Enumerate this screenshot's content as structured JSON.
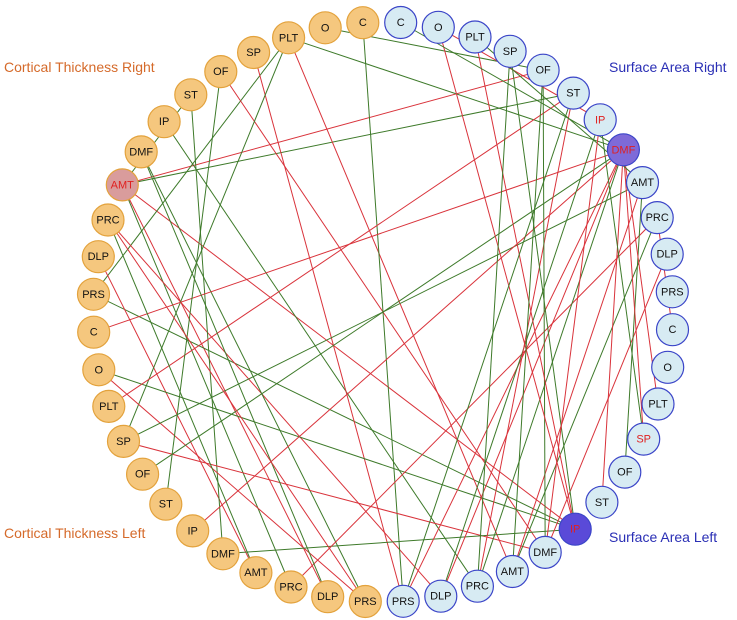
{
  "colors": {
    "ct_fill": "#f5c77e",
    "ct_stroke": "#e3a23c",
    "sa_fill": "#d7ebf3",
    "sa_stroke": "#3b45c8",
    "ct_label": "#d56a2a",
    "sa_label": "#2a2fb5",
    "edge_red": "#d9333b",
    "edge_green": "#3e7a2a",
    "node_text": "#111111",
    "highlight_text": "#e02020",
    "amt_highlight_fill": "#d99c9c",
    "ip_highlight_fill": "#5a4ad8",
    "dmf_highlight_fill": "#7e6ad8"
  },
  "quadrant_labels": {
    "ct_right": "Cortical Thickness Right",
    "sa_right": "Surface Area Right",
    "ct_left": "Cortical Thickness Left",
    "sa_left": "Surface Area Left"
  },
  "nodes": [
    {
      "id": "ctr_C",
      "label": "C",
      "group": "ct"
    },
    {
      "id": "ctr_O",
      "label": "O",
      "group": "ct"
    },
    {
      "id": "ctr_PLT",
      "label": "PLT",
      "group": "ct"
    },
    {
      "id": "ctr_SP",
      "label": "SP",
      "group": "ct"
    },
    {
      "id": "ctr_OF",
      "label": "OF",
      "group": "ct"
    },
    {
      "id": "ctr_ST",
      "label": "ST",
      "group": "ct"
    },
    {
      "id": "ctr_IP",
      "label": "IP",
      "group": "ct"
    },
    {
      "id": "ctr_DMF",
      "label": "DMF",
      "group": "ct"
    },
    {
      "id": "ctr_AMT",
      "label": "AMT",
      "group": "ct",
      "highlight": "amt"
    },
    {
      "id": "ctr_PRC",
      "label": "PRC",
      "group": "ct"
    },
    {
      "id": "ctr_DLP",
      "label": "DLP",
      "group": "ct"
    },
    {
      "id": "ctr_PRS",
      "label": "PRS",
      "group": "ct"
    },
    {
      "id": "ctl_C",
      "label": "C",
      "group": "ct"
    },
    {
      "id": "ctl_O",
      "label": "O",
      "group": "ct"
    },
    {
      "id": "ctl_PLT",
      "label": "PLT",
      "group": "ct"
    },
    {
      "id": "ctl_SP",
      "label": "SP",
      "group": "ct"
    },
    {
      "id": "ctl_OF",
      "label": "OF",
      "group": "ct"
    },
    {
      "id": "ctl_ST",
      "label": "ST",
      "group": "ct"
    },
    {
      "id": "ctl_IP",
      "label": "IP",
      "group": "ct"
    },
    {
      "id": "ctl_DMF",
      "label": "DMF",
      "group": "ct"
    },
    {
      "id": "ctl_AMT",
      "label": "AMT",
      "group": "ct"
    },
    {
      "id": "ctl_PRC",
      "label": "PRC",
      "group": "ct"
    },
    {
      "id": "ctl_DLP",
      "label": "DLP",
      "group": "ct"
    },
    {
      "id": "ctl_PRS",
      "label": "PRS",
      "group": "ct"
    },
    {
      "id": "sal_PRS",
      "label": "PRS",
      "group": "sa"
    },
    {
      "id": "sal_DLP",
      "label": "DLP",
      "group": "sa"
    },
    {
      "id": "sal_PRC",
      "label": "PRC",
      "group": "sa"
    },
    {
      "id": "sal_AMT",
      "label": "AMT",
      "group": "sa"
    },
    {
      "id": "sal_DMF",
      "label": "DMF",
      "group": "sa"
    },
    {
      "id": "sal_IP",
      "label": "IP",
      "group": "sa",
      "highlight": "ip"
    },
    {
      "id": "sal_ST",
      "label": "ST",
      "group": "sa"
    },
    {
      "id": "sal_OF",
      "label": "OF",
      "group": "sa"
    },
    {
      "id": "sal_SP",
      "label": "SP",
      "group": "sa",
      "highlight": "text"
    },
    {
      "id": "sal_PLT",
      "label": "PLT",
      "group": "sa"
    },
    {
      "id": "sal_O",
      "label": "O",
      "group": "sa"
    },
    {
      "id": "sal_C",
      "label": "C",
      "group": "sa"
    },
    {
      "id": "sar_PRS",
      "label": "PRS",
      "group": "sa"
    },
    {
      "id": "sar_DLP",
      "label": "DLP",
      "group": "sa"
    },
    {
      "id": "sar_PRC",
      "label": "PRC",
      "group": "sa"
    },
    {
      "id": "sar_AMT",
      "label": "AMT",
      "group": "sa"
    },
    {
      "id": "sar_DMF",
      "label": "DMF",
      "group": "sa",
      "highlight": "dmf"
    },
    {
      "id": "sar_IP",
      "label": "IP",
      "group": "sa",
      "highlight": "text"
    },
    {
      "id": "sar_ST",
      "label": "ST",
      "group": "sa"
    },
    {
      "id": "sar_OF",
      "label": "OF",
      "group": "sa"
    },
    {
      "id": "sar_SP",
      "label": "SP",
      "group": "sa"
    },
    {
      "id": "sar_PLT",
      "label": "PLT",
      "group": "sa"
    },
    {
      "id": "sar_O",
      "label": "O",
      "group": "sa"
    },
    {
      "id": "sar_C",
      "label": "C",
      "group": "sa"
    }
  ],
  "edges": [
    {
      "from": "ctr_AMT",
      "to": "sar_OF",
      "color": "red"
    },
    {
      "from": "ctr_AMT",
      "to": "sar_ST",
      "color": "green"
    },
    {
      "from": "ctr_AMT",
      "to": "sal_IP",
      "color": "red"
    },
    {
      "from": "ctr_AMT",
      "to": "ctl_DLP",
      "color": "red"
    },
    {
      "from": "ctr_AMT",
      "to": "ctl_PRC",
      "color": "green"
    },
    {
      "from": "ctr_AMT",
      "to": "ctr_ST",
      "color": "green"
    },
    {
      "from": "ctr_PRS",
      "to": "ctr_PLT",
      "color": "green"
    },
    {
      "from": "ctr_PRS",
      "to": "sal_IP",
      "color": "green"
    },
    {
      "from": "ctr_PRC",
      "to": "sal_DLP",
      "color": "red"
    },
    {
      "from": "ctr_DLP",
      "to": "ctl_AMT",
      "color": "red"
    },
    {
      "from": "ctr_DMF",
      "to": "ctl_PRS",
      "color": "green"
    },
    {
      "from": "ctr_IP",
      "to": "sal_PRC",
      "color": "green"
    },
    {
      "from": "ctr_ST",
      "to": "ctl_DMF",
      "color": "green"
    },
    {
      "from": "ctr_OF",
      "to": "sal_DMF",
      "color": "red"
    },
    {
      "from": "ctr_SP",
      "to": "sal_PRS",
      "color": "red"
    },
    {
      "from": "ctr_PLT",
      "to": "ctl_SP",
      "color": "green"
    },
    {
      "from": "ctr_PLT",
      "to": "sal_AMT",
      "color": "red"
    },
    {
      "from": "ctr_PLT",
      "to": "sar_DMF",
      "color": "green"
    },
    {
      "from": "ctr_O",
      "to": "sar_OF",
      "color": "green"
    },
    {
      "from": "ctr_C",
      "to": "sal_PRS",
      "color": "green"
    },
    {
      "from": "ctl_C",
      "to": "sar_DMF",
      "color": "red"
    },
    {
      "from": "ctl_O",
      "to": "sal_IP",
      "color": "green"
    },
    {
      "from": "ctl_O",
      "to": "ctl_PRS",
      "color": "red"
    },
    {
      "from": "ctl_PLT",
      "to": "sar_ST",
      "color": "red"
    },
    {
      "from": "ctl_SP",
      "to": "sar_AMT",
      "color": "green"
    },
    {
      "from": "ctl_SP",
      "to": "sal_DMF",
      "color": "red"
    },
    {
      "from": "ctl_OF",
      "to": "sar_DMF",
      "color": "green"
    },
    {
      "from": "ctl_ST",
      "to": "ctr_OF",
      "color": "green"
    },
    {
      "from": "ctl_IP",
      "to": "sar_DMF",
      "color": "red"
    },
    {
      "from": "ctl_DMF",
      "to": "sal_IP",
      "color": "green"
    },
    {
      "from": "ctl_AMT",
      "to": "ctr_PRC",
      "color": "green"
    },
    {
      "from": "ctl_PRC",
      "to": "sar_PRC",
      "color": "red"
    },
    {
      "from": "ctl_DLP",
      "to": "ctr_DMF",
      "color": "green"
    },
    {
      "from": "ctl_PRS",
      "to": "ctr_PRC",
      "color": "red"
    },
    {
      "from": "sal_PRS",
      "to": "sar_DMF",
      "color": "red"
    },
    {
      "from": "sal_DLP",
      "to": "sar_DMF",
      "color": "red"
    },
    {
      "from": "sal_DLP",
      "to": "sar_IP",
      "color": "green"
    },
    {
      "from": "sal_PRC",
      "to": "sar_DMF",
      "color": "green"
    },
    {
      "from": "sal_PRC",
      "to": "sar_ST",
      "color": "red"
    },
    {
      "from": "sal_AMT",
      "to": "sar_AMT",
      "color": "red"
    },
    {
      "from": "sal_AMT",
      "to": "sar_PRC",
      "color": "green"
    },
    {
      "from": "sal_DMF",
      "to": "sar_OF",
      "color": "green"
    },
    {
      "from": "sal_DMF",
      "to": "sar_DLP",
      "color": "red"
    },
    {
      "from": "sal_IP",
      "to": "sar_PLT",
      "color": "red"
    },
    {
      "from": "sal_IP",
      "to": "sar_SP",
      "color": "green"
    },
    {
      "from": "sal_IP",
      "to": "sar_O",
      "color": "red"
    },
    {
      "from": "sal_ST",
      "to": "sar_DMF",
      "color": "red"
    },
    {
      "from": "sal_OF",
      "to": "sar_AMT",
      "color": "green"
    },
    {
      "from": "sal_SP",
      "to": "sar_DMF",
      "color": "red"
    },
    {
      "from": "sal_SP",
      "to": "sar_IP",
      "color": "green"
    },
    {
      "from": "sal_PLT",
      "to": "sar_DMF",
      "color": "red"
    },
    {
      "from": "sal_C",
      "to": "sar_PRC",
      "color": "red"
    },
    {
      "from": "sar_C",
      "to": "sar_DMF",
      "color": "green"
    },
    {
      "from": "sar_O",
      "to": "sar_IP",
      "color": "red"
    },
    {
      "from": "sar_PLT",
      "to": "sar_AMT",
      "color": "green"
    },
    {
      "from": "sar_SP",
      "to": "sal_PRC",
      "color": "green"
    },
    {
      "from": "sar_OF",
      "to": "sal_AMT",
      "color": "green"
    },
    {
      "from": "sar_IP",
      "to": "sal_DMF",
      "color": "red"
    },
    {
      "from": "sar_ST",
      "to": "sal_PRS",
      "color": "green"
    }
  ]
}
